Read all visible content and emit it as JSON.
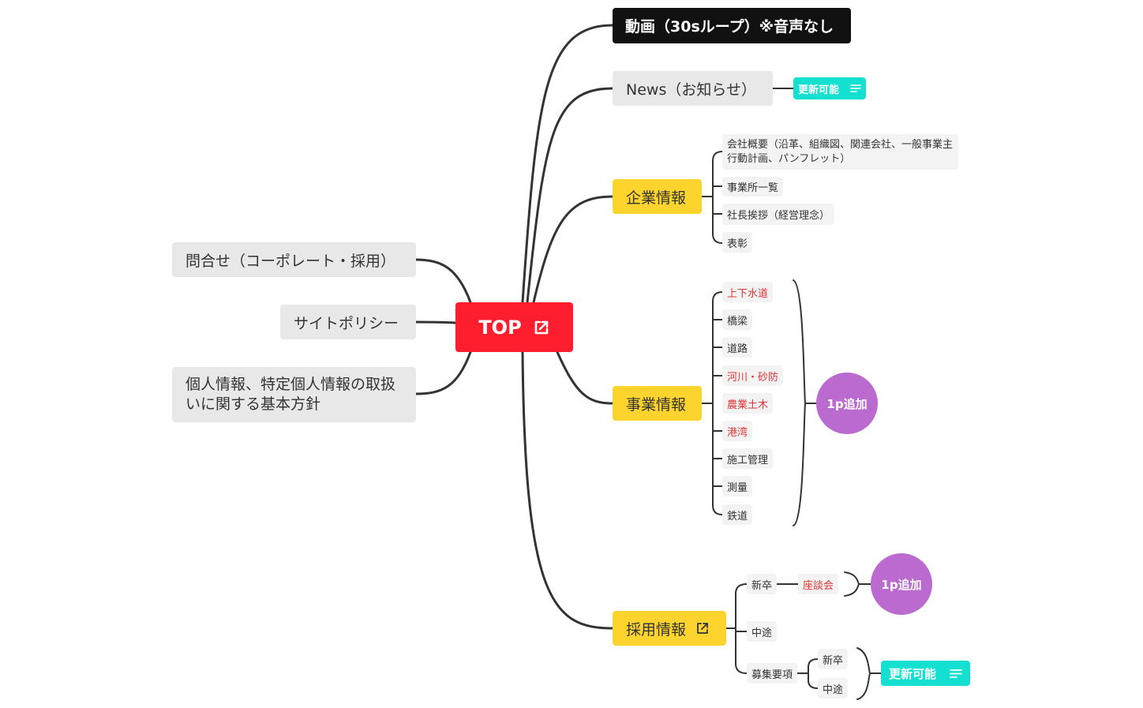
{
  "root": {
    "label": "TOP",
    "icon": "external-link-icon"
  },
  "right_branches": {
    "video": "動画（30sループ）※音声なし",
    "news": "News（お知らせ）",
    "news_badge": "更新可能",
    "company": "企業情報",
    "company_items": [
      "会社概要（沿革、組織図、関連会社、一般事業主行動計画、パンフレット）",
      "事業所一覧",
      "社長挨拶（経営理念）",
      "表彰"
    ],
    "business": "事業情報",
    "business_items": [
      "上下水道",
      "橋梁",
      "道路",
      "河川・砂防",
      "農業土木",
      "港湾",
      "施工管理",
      "測量",
      "鉄道"
    ],
    "business_highlighted": [
      "上下水道",
      "河川・砂防",
      "農業土木",
      "港湾"
    ],
    "business_circle": "1p追加",
    "recruit": "採用情報",
    "recruit_new": "新卒",
    "recruit_roundtable": "座談会",
    "recruit_circle": "1p追加",
    "recruit_mid": "中途",
    "recruit_requirements": "募集要項",
    "req_new": "新卒",
    "req_mid": "中途",
    "req_badge": "更新可能"
  },
  "left_branches": {
    "contact": "問合せ（コーポレート・採用）",
    "site_policy": "サイトポリシー",
    "privacy": "個人情報、特定個人情報の取扱いに関する基本方針"
  },
  "colors": {
    "root": "#ff1e2d",
    "main_yellow": "#fdd42e",
    "gray": "#e8e8e8",
    "dark": "#111111",
    "badge": "#13e0d0",
    "circle": "#bb6bd0",
    "red_text": "#e03434",
    "line": "#333333"
  }
}
